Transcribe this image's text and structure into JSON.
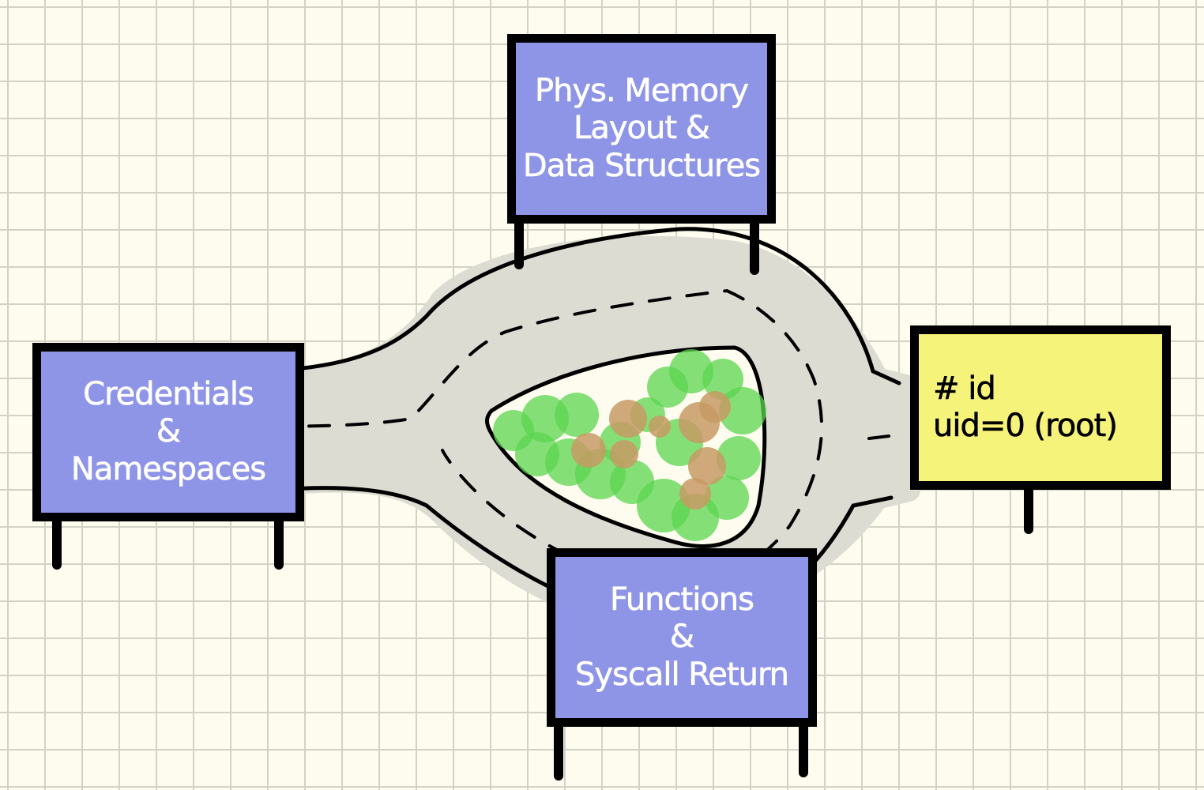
{
  "signs": {
    "memory": {
      "lines": [
        "Phys. Memory",
        "Layout &",
        "Data Structures"
      ]
    },
    "credentials": {
      "lines": [
        "Credentials",
        "&",
        "Namespaces"
      ]
    },
    "functions": {
      "lines": [
        "Functions",
        "&",
        "Syscall Return"
      ]
    },
    "terminal": {
      "lines": [
        "#  id",
        "uid=0 (root)"
      ]
    }
  },
  "colors": {
    "background": "#fdfcee",
    "grid": "#d2d2c6",
    "sign_blue": "#8e94e6",
    "sign_yellow": "#f6f37b",
    "road": "#dddcd2",
    "grass": "#5cd64f",
    "dirt": "#c79a64"
  }
}
